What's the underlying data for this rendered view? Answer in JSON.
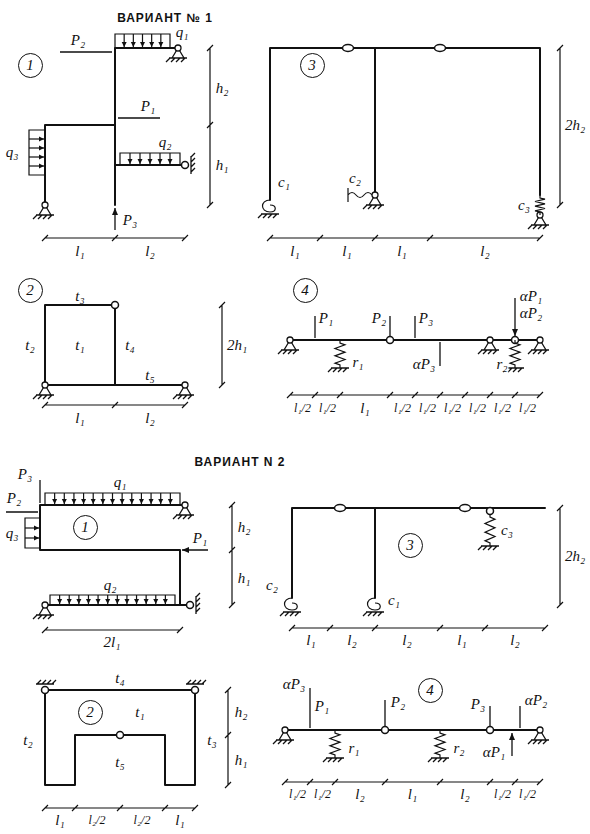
{
  "diagram": {
    "nodes": [
      {
        "text": [
          "1"
        ]
      },
      {
        "text": [
          "3"
        ]
      },
      {
        "text": [
          "2"
        ]
      },
      {
        "text": [
          "4"
        ]
      },
      {
        "text": [
          "1"
        ]
      },
      {
        "text": [
          "3"
        ]
      },
      {
        "text": [
          "2"
        ]
      },
      {
        "text": [
          "4"
        ]
      }
    ],
    "labels": [
      "ВАРИАНТ № 1",
      "P₂",
      "q₁",
      "h₂",
      "P₁",
      "q₃",
      "h₁",
      "q₂",
      "P₃",
      "l₁",
      "l₂",
      "c₁",
      "c₂",
      "c₃",
      "2h₂",
      "l₁",
      "l₁",
      "l₁",
      "l₂",
      "t₃",
      "t₂",
      "t₁",
      "t₄",
      "2h₁",
      "t₅",
      "l₁",
      "l₂",
      "P₁",
      "P₂",
      "P₃",
      "αP₁",
      "αP₂",
      "αP₃",
      "r₁",
      "r₂",
      "l₁/2",
      "l₁/2",
      "l₁",
      "l₁/2",
      "l₁/2",
      "l₁/2",
      "l₁/2",
      "l₁/2",
      "l₁/2",
      "ВАРИАНТ N 2",
      "P₃",
      "P₂",
      "q₁",
      "q₃",
      "h₂",
      "P₁",
      "q₂",
      "h₁",
      "2l₁",
      "c₂",
      "c₁",
      "c₃",
      "2h₂",
      "l₁",
      "l₂",
      "l₂",
      "l₁",
      "l₂",
      "t₄",
      "t₂",
      "t₁",
      "t₃",
      "h₂",
      "h₁",
      "t₅",
      "l₁",
      "l₂/2",
      "l₂/2",
      "l₁",
      "αP₃",
      "P₁",
      "P₂",
      "P₃",
      "αP₂",
      "αP₁",
      "r₁",
      "r₂",
      "l₁/2",
      "l₁/2",
      "l₂",
      "l₁",
      "l₂",
      "l₁/2",
      "l₁/2"
    ]
  }
}
